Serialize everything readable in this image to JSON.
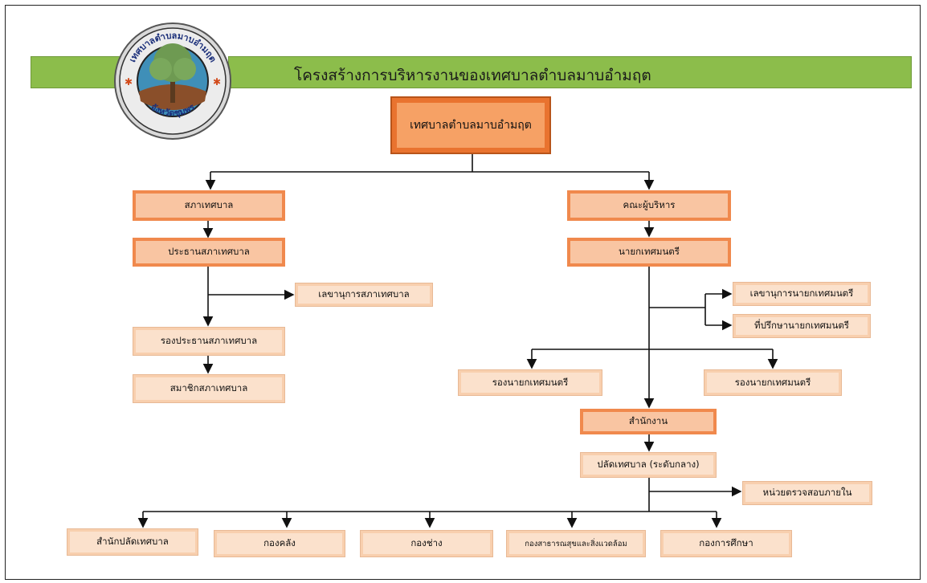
{
  "title": "โครงสร้างการบริหารงานของเทศบาลตำบลมาบอำมฤต",
  "logo": {
    "text_top": "เทศบาลตำบลมาบอำมฤต",
    "text_bottom": "จังหวัดชุมพร"
  },
  "nodes": {
    "root": "เทศบาลตำบลมาบอำมฤต",
    "council": "สภาเทศบาล",
    "council_chair": "ประธานสภาเทศบาล",
    "council_secretary": "เลขานุการสภาเทศบาล",
    "council_vice_chair": "รองประธานสภาเทศบาล",
    "council_member": "สมาชิกสภาเทศบาล",
    "executives": "คณะผู้บริหาร",
    "mayor": "นายกเทศมนตรี",
    "mayor_secretary": "เลขานุการนายกเทศมนตรี",
    "mayor_advisor": "ที่ปรึกษานายกเทศมนตรี",
    "deputy_mayor_1": "รองนายกเทศมนตรี",
    "deputy_mayor_2": "รองนายกเทศมนตรี",
    "office": "สำนักงาน",
    "municipal_clerk": "ปลัดเทศบาล (ระดับกลาง)",
    "internal_audit": "หน่วยตรวจสอบภายใน",
    "clerk_office": "สำนักปลัดเทศบาล",
    "finance": "กองคลัง",
    "engineering": "กองช่าง",
    "public_health": "กองสาธารณสุขและสิ่งแวดล้อม",
    "education": "กองการศึกษา"
  },
  "colors": {
    "banner": "#8cbd4b",
    "box_dark": "#f0894d",
    "box_light": "#f8cfae"
  }
}
